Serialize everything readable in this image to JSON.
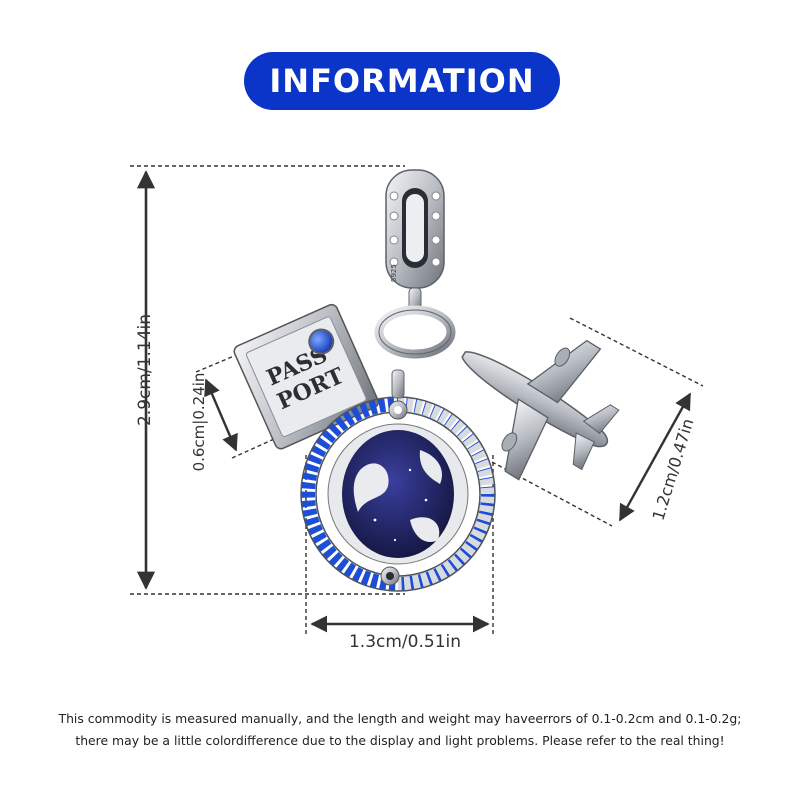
{
  "header": {
    "title": "INFORMATION"
  },
  "dimensions": {
    "total_height": "2.9cm/1.14in",
    "passport_height": "0.6cm|0.24in",
    "globe_width": "1.3cm/0.51in",
    "airplane_length": "1.2cm/0.47in"
  },
  "engraving": {
    "passport_line1": "PASS",
    "passport_line2": "PORT",
    "stamp": "S925"
  },
  "disclaimer": {
    "line1": "This commodity is measured manually, and the length and weight may haveerrors of 0.1-0.2cm and 0.1-0.2g;",
    "line2": "there may be a little colordifference due to the display and light problems. Please refer to the real thing!"
  },
  "colors": {
    "title_bg": "#0b34c9",
    "title_text": "#ffffff",
    "dimension_lines": "#333333",
    "silver": "#c9ccd1",
    "enamel_blue": "#1c1f5e",
    "sapphire": "#1d4ed8",
    "text": "#222222"
  }
}
